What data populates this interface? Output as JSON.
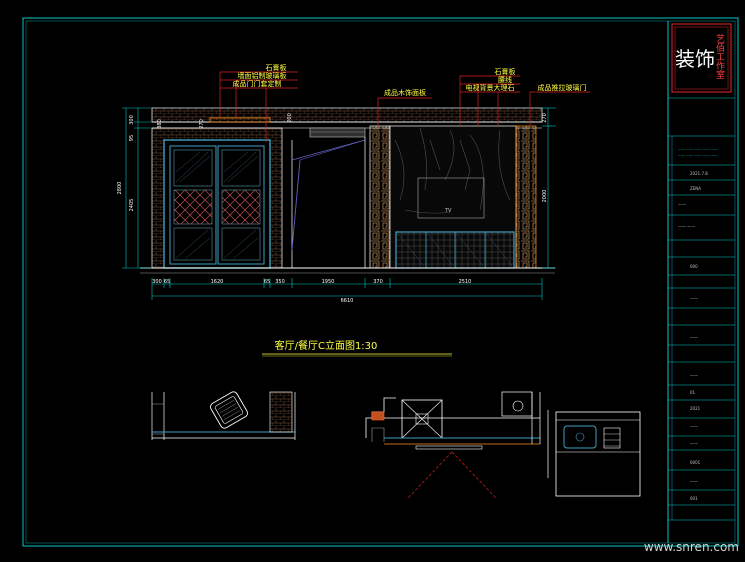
{
  "drawing": {
    "title": "客厅/餐厅C立面图1:30",
    "callouts_left": [
      "石膏板",
      "墙面铝制玻璃板",
      "成品门门套定制"
    ],
    "callout_center": "成品木饰面板",
    "callouts_right": [
      "石膏板",
      "腰线",
      "电视背景大理石",
      "成品推拉玻璃门"
    ],
    "dims_bottom": [
      "300",
      "65",
      "1620",
      "65",
      "350",
      "1950",
      "370",
      "2510"
    ],
    "dim_total": "6610",
    "dims_left": [
      "300",
      "95",
      "2800",
      "2405"
    ],
    "dims_left_top": [
      "380",
      "270"
    ],
    "dims_right": [
      "270",
      "2000"
    ],
    "dims_top_mid": [
      "200"
    ]
  },
  "title_block": {
    "logo_text": "装饰",
    "company": "艺佰工作室",
    "rows": [
      "2021.7.8",
      "ZENA",
      "000",
      "01",
      "2021",
      "0001",
      "001"
    ]
  },
  "colors": {
    "frame": "#00c8c8",
    "leader": "#e02020",
    "door": "#40a0c0",
    "wall_pattern": "#c07050",
    "text": "#ffff40",
    "white": "#ffffff",
    "orange": "#ff9020"
  },
  "watermark": "www.snren.com"
}
